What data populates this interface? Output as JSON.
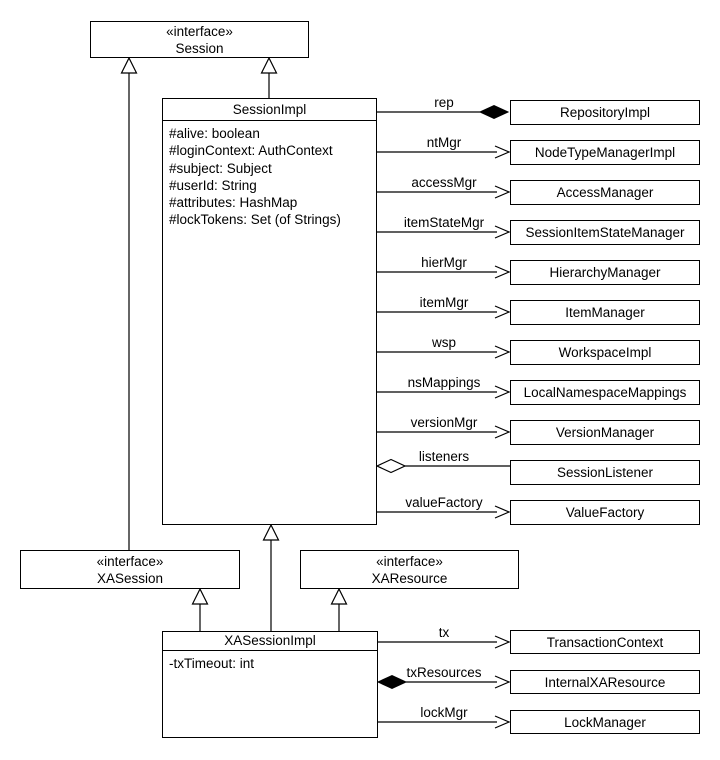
{
  "diagram": {
    "colors": {
      "stroke": "#000000",
      "box_fill": "#ffffff",
      "background": "#ffffff"
    },
    "session_interface": {
      "stereotype": "«interface»",
      "name": "Session"
    },
    "sessionimpl": {
      "name": "SessionImpl",
      "attributes": [
        "#alive: boolean",
        "#loginContext: AuthContext",
        "#subject: Subject",
        "#userId: String",
        "#attributes: HashMap",
        "#lockTokens: Set (of Strings)"
      ]
    },
    "xasession_interface": {
      "stereotype": "«interface»",
      "name": "XASession"
    },
    "xaresource_interface": {
      "stereotype": "«interface»",
      "name": "XAResource"
    },
    "xasessionimpl": {
      "name": "XASessionImpl",
      "attributes": [
        "-txTimeout: int"
      ]
    },
    "session_associations": [
      {
        "label": "rep",
        "target": "RepositoryImpl",
        "end": "filled-diamond-target"
      },
      {
        "label": "ntMgr",
        "target": "NodeTypeManagerImpl",
        "end": "open-arrow"
      },
      {
        "label": "accessMgr",
        "target": "AccessManager",
        "end": "open-arrow"
      },
      {
        "label": "itemStateMgr",
        "target": "SessionItemStateManager",
        "end": "open-arrow"
      },
      {
        "label": "hierMgr",
        "target": "HierarchyManager",
        "end": "open-arrow"
      },
      {
        "label": "itemMgr",
        "target": "ItemManager",
        "end": "open-arrow"
      },
      {
        "label": "wsp",
        "target": "WorkspaceImpl",
        "end": "open-arrow"
      },
      {
        "label": "nsMappings",
        "target": "LocalNamespaceMappings",
        "end": "open-arrow"
      },
      {
        "label": "versionMgr",
        "target": "VersionManager",
        "end": "open-arrow"
      },
      {
        "label": "listeners",
        "target": "SessionListener",
        "end": "open-diamond-source"
      },
      {
        "label": "valueFactory",
        "target": "ValueFactory",
        "end": "open-arrow"
      }
    ],
    "xasessionimpl_associations": [
      {
        "label": "tx",
        "target": "TransactionContext",
        "end": "open-arrow"
      },
      {
        "label": "txResources",
        "target": "InternalXAResource",
        "end": "filled-diamond-source-open-arrow"
      },
      {
        "label": "lockMgr",
        "target": "LockManager",
        "end": "open-arrow"
      }
    ]
  }
}
